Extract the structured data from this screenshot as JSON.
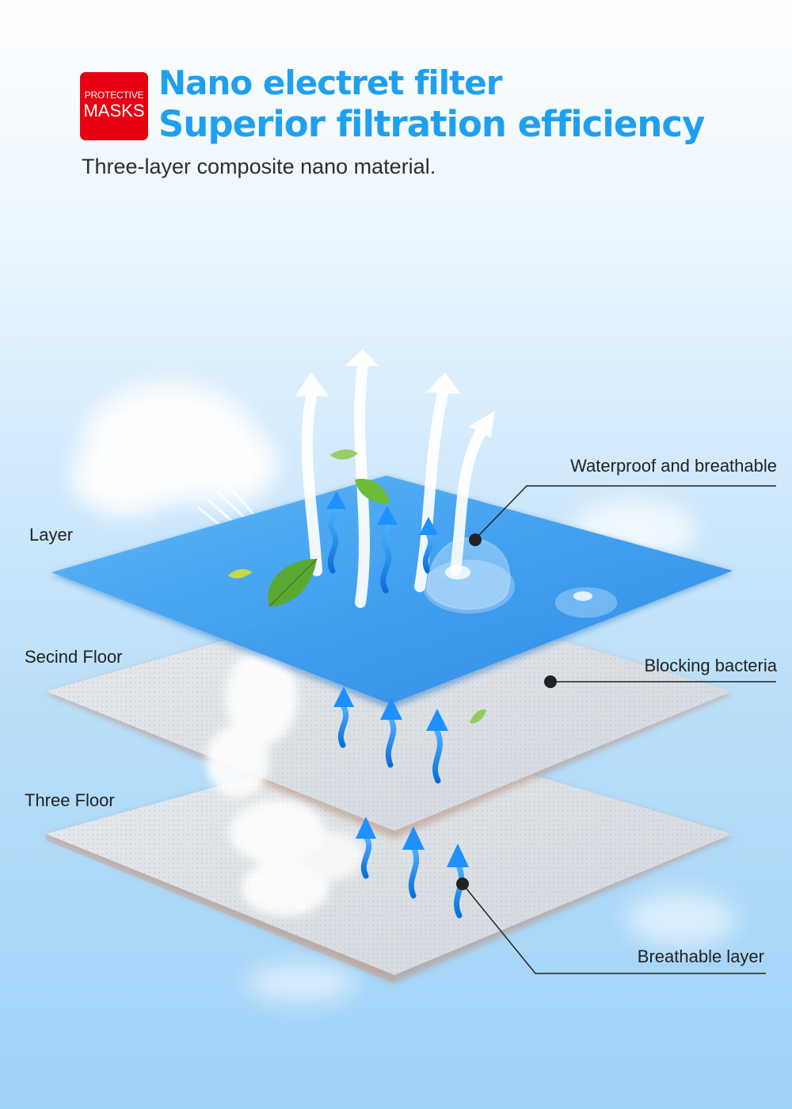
{
  "header": {
    "badge_top": "PROTECTIVE",
    "badge_bottom": "MASKS",
    "title_line1": "Nano electret filter",
    "title_line2": "Superior filtration efficiency",
    "subtitle": "Three-layer composite nano material."
  },
  "layers": {
    "left_labels": [
      "Layer",
      "Secind Floor",
      "Three Floor"
    ],
    "right_labels": [
      "Waterproof and breathable",
      "Blocking bacteria",
      "Breathable layer"
    ]
  },
  "colors": {
    "badge_red": "#e60012",
    "title_blue": "#1ea0ef",
    "top_layer_blue": "#3d9ef0",
    "arrow_blue": "#1e90ff",
    "leaf_green": "#5aa832"
  },
  "icons": [
    "cloud-icon",
    "arrow-up-icon",
    "leaf-icon",
    "water-drop-icon",
    "smoke-icon"
  ]
}
